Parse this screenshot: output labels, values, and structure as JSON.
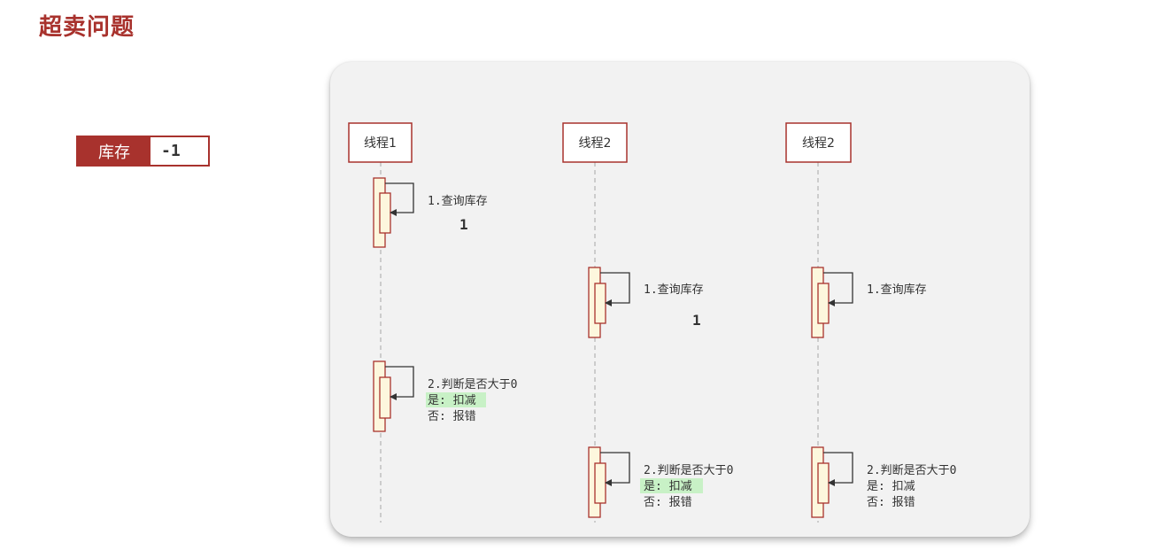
{
  "page": {
    "title": "超卖问题"
  },
  "stock": {
    "label": "库存",
    "value": "-1"
  },
  "colors": {
    "accent": "#a8322d",
    "activation_fill": "#fdf7dd",
    "highlight": "#c8f1c6",
    "panel": "#f2f2f2"
  },
  "diagram": {
    "actors": [
      {
        "label": "线程1"
      },
      {
        "label": "线程2"
      },
      {
        "label": "线程2"
      }
    ],
    "steps": {
      "t1_query": "1.查询库存",
      "t1_value": "1",
      "t1_judge": "2.判断是否大于0",
      "t1_yes": "是: 扣减",
      "t1_no": "否: 报错",
      "t2_query": "1.查询库存",
      "t2_value": "1",
      "t2_judge": "2.判断是否大于0",
      "t2_yes": "是: 扣减",
      "t2_no": "否: 报错",
      "t3_query": "1.查询库存",
      "t3_judge": "2.判断是否大于0",
      "t3_yes": "是: 扣减",
      "t3_no": "否: 报错"
    }
  }
}
